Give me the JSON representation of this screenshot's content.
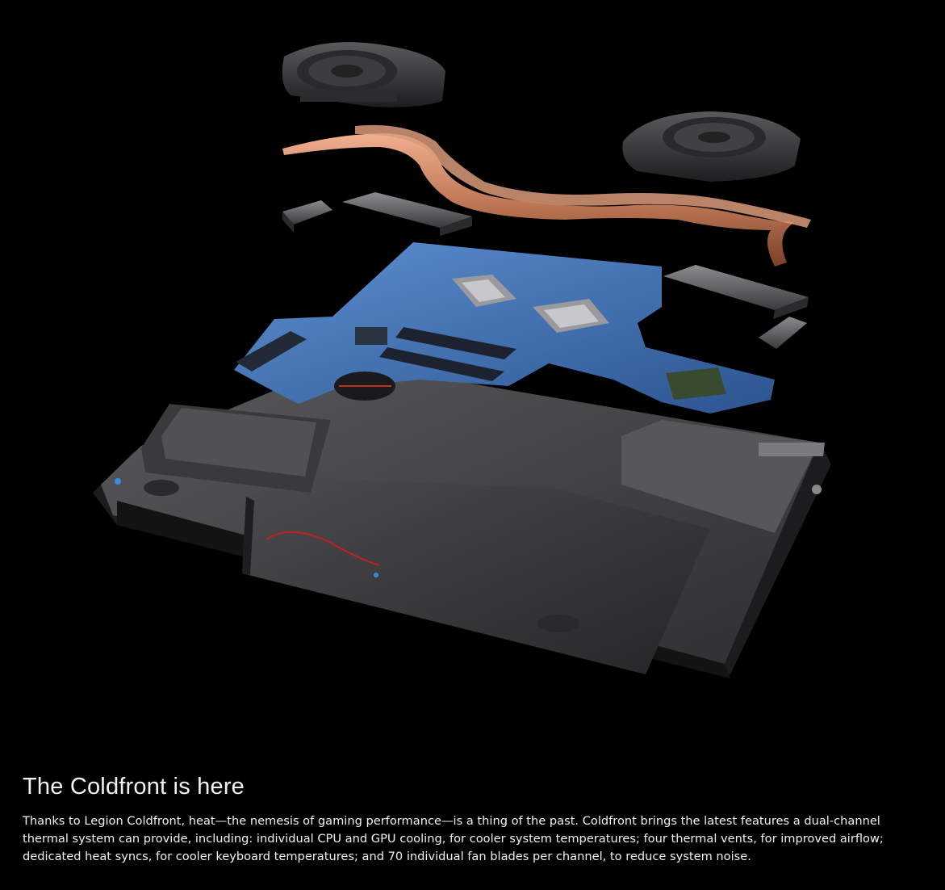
{
  "hero": {
    "icon": "exploded-laptop-cooling-illustration"
  },
  "section": {
    "title": "The Coldfront is here",
    "body": "Thanks to Legion Coldfront, heat—the nemesis of gaming performance—is a thing of the past. Coldfront brings the latest features a dual-channel thermal system can provide, including: individual CPU and GPU cooling, for cooler system temperatures; four thermal vents, for improved airflow; dedicated heat syncs, for cooler keyboard temperatures; and 70 individual fan blades per channel, to reduce system noise."
  },
  "colors": {
    "background": "#000000",
    "text": "#f0f0f0",
    "board": "#3f6fb0",
    "copper": "#c88a68",
    "chassis": "#4a4a4c"
  }
}
